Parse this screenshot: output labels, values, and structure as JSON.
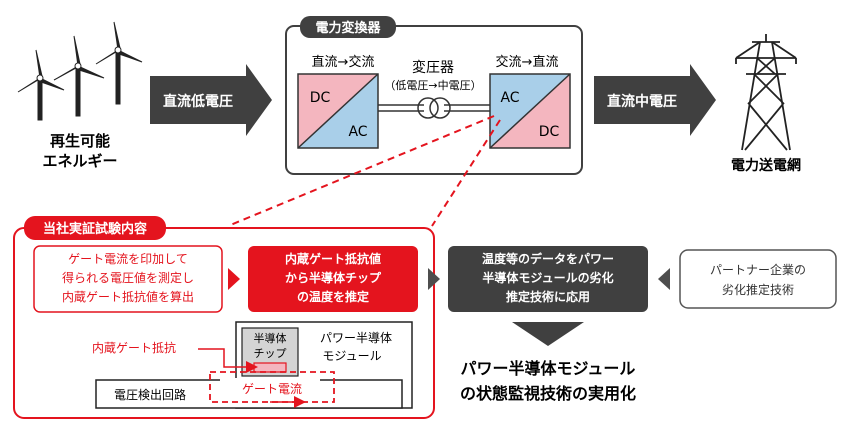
{
  "source": {
    "label_line1": "再生可能",
    "label_line2": "エネルギー"
  },
  "arrow_left_label": "直流低電圧",
  "converter": {
    "title": "電力変換器",
    "left_caption": "直流→交流",
    "left_box_top": "DC",
    "left_box_bottom": "AC",
    "transformer_title": "変圧器",
    "transformer_sub": "（低電圧→中電圧）",
    "right_caption": "交流→直流",
    "right_box_top": "AC",
    "right_box_bottom": "DC"
  },
  "arrow_right_label": "直流中電圧",
  "grid": {
    "label": "電力送電網"
  },
  "demo": {
    "title": "当社実証試験内容",
    "step1": {
      "line1": "ゲート電流を印加して",
      "line2": "得られる電圧値を測定し",
      "line3": "内蔵ゲート抵抗値を算出"
    },
    "step2": {
      "line1": "内蔵ゲート抵抗値",
      "line2": "から半導体チップ",
      "line3": "の温度を推定"
    },
    "module_label_line1": "パワー半導体",
    "module_label_line2": "モジュール",
    "chip_label_line1": "半導体",
    "chip_label_line2": "チップ",
    "gate_resistor_label": "内蔵ゲート抵抗",
    "voltage_circuit_label": "電圧検出回路",
    "gate_current_label": "ゲート電流"
  },
  "application": {
    "line1": "温度等のデータをパワー",
    "line2": "半導体モジュールの劣化",
    "line3": "推定技術に応用"
  },
  "partner": {
    "line1": "パートナー企業の",
    "line2": "劣化推定技術"
  },
  "result": {
    "line1": "パワー半導体モジュール",
    "line2": "の状態監視技術の実用化"
  },
  "colors": {
    "accent_red": "#e4141e",
    "dark_gray": "#404040",
    "arrow_gray": "#4d4d4d",
    "dc_pink": "#f4b6bf",
    "ac_blue": "#a9cfe9",
    "chip_gray": "#d4d4d4"
  }
}
